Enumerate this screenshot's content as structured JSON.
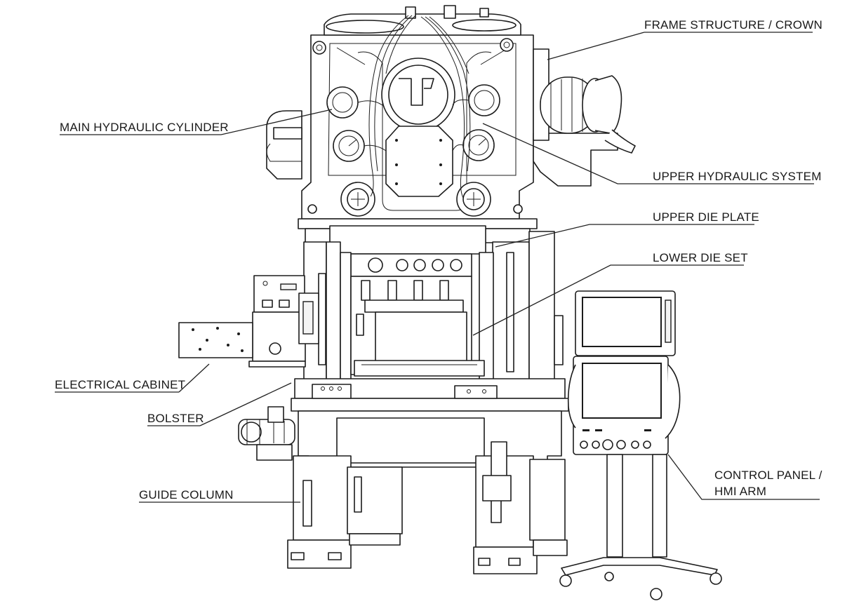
{
  "labels": {
    "frame_structure": "FRAME STRUCTURE / CROWN",
    "main_hydraulic_cylinder": "MAIN HYDRAULIC CYLINDER",
    "upper_hydraulic_system": "UPPER HYDRAULIC SYSTEM",
    "upper_die_plate": "UPPER DIE PLATE",
    "lower_die_set": "LOWER DIE SET",
    "electrical_cabinet": "ELECTRICAL CABINET",
    "bolster": "BOLSTER",
    "guide_column": "GUIDE COLUMN",
    "control_panel_line1": "CONTROL PANEL /",
    "control_panel_line2": "HMI ARM"
  },
  "colors": {
    "line": "#1c1c1c",
    "background": "#ffffff",
    "label": "#1a1a1a"
  }
}
